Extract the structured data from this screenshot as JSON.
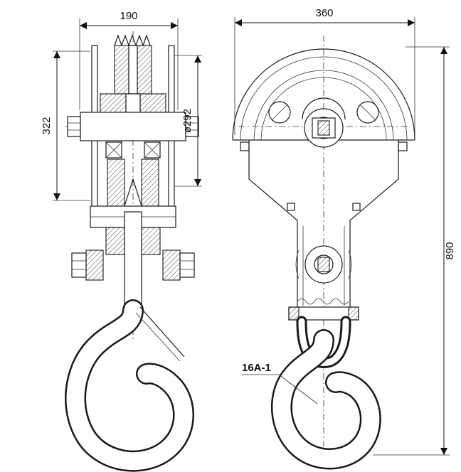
{
  "colors": {
    "ink": "#111111",
    "background": "#ffffff"
  },
  "dimensions": {
    "side_view_width": "190",
    "side_view_height": "322",
    "sheave_diameter": "ø292",
    "front_view_width": "360",
    "overall_height": "890"
  },
  "labels": {
    "hook_spec": "16A-1"
  }
}
